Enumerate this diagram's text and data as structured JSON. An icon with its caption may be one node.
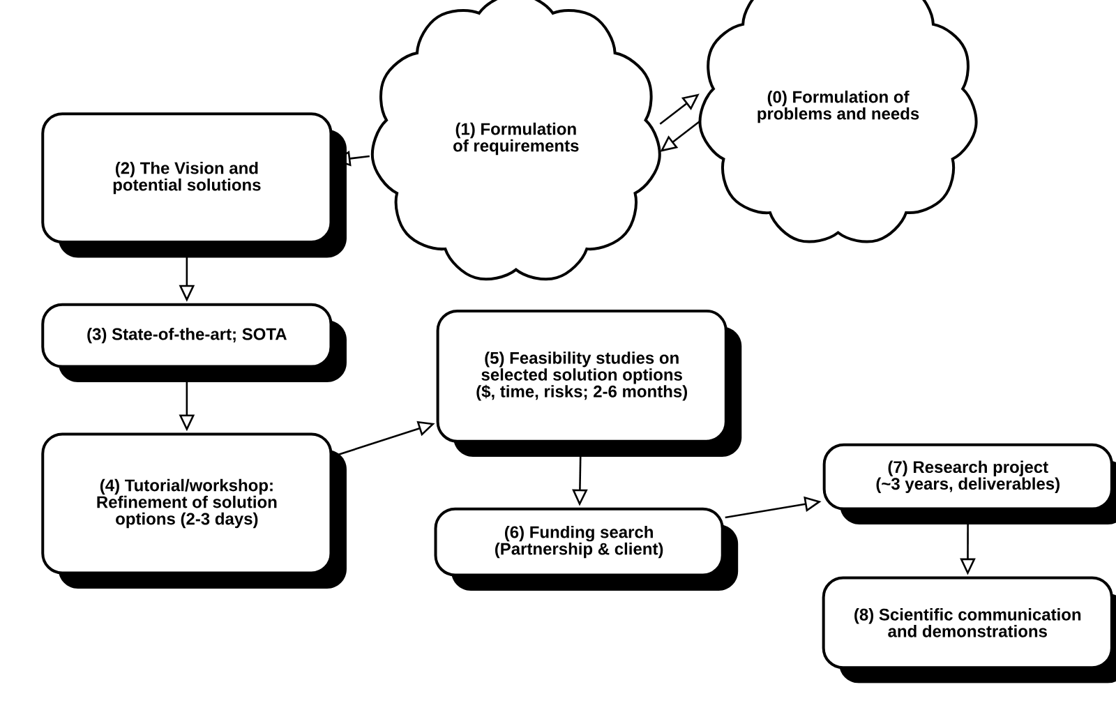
{
  "diagram": {
    "nodes": [
      {
        "text": [
          "(0) Formulation of problems and needs"
        ]
      },
      {
        "text": [
          "(1) Formulation of requirements"
        ]
      },
      {
        "text": [
          "(2) The Vision and potential solutions"
        ]
      },
      {
        "text": [
          "(3) State-of-the-art; SOTA"
        ]
      },
      {
        "text": [
          "(4) Tutorial/workshop: Refinement of solution options (2-3 days)"
        ]
      },
      {
        "text": [
          "(5) Feasibility studies on selected solution options ($, time, risks; 2-6 months)"
        ]
      },
      {
        "text": [
          "(6) Funding search (Partnership & client)"
        ]
      },
      {
        "text": [
          "(7) Research project (~3 years, deliverables)"
        ]
      },
      {
        "text": [
          "(8) Scientific communication and demonstrations"
        ]
      }
    ],
    "edges": [
      {
        "from": 1,
        "to": 0,
        "arrow": "to"
      },
      {
        "from": 0,
        "to": 1,
        "arrow": "to"
      },
      {
        "from": 1,
        "to": 2,
        "arrow": "to"
      },
      {
        "from": 2,
        "to": 3,
        "arrow": "to"
      },
      {
        "from": 3,
        "to": 4,
        "arrow": "to"
      },
      {
        "from": 4,
        "to": 5,
        "arrow": "to"
      },
      {
        "from": 5,
        "to": 6,
        "arrow": "to"
      },
      {
        "from": 6,
        "to": 7,
        "arrow": "to"
      },
      {
        "from": 7,
        "to": 8,
        "arrow": "to"
      }
    ]
  }
}
